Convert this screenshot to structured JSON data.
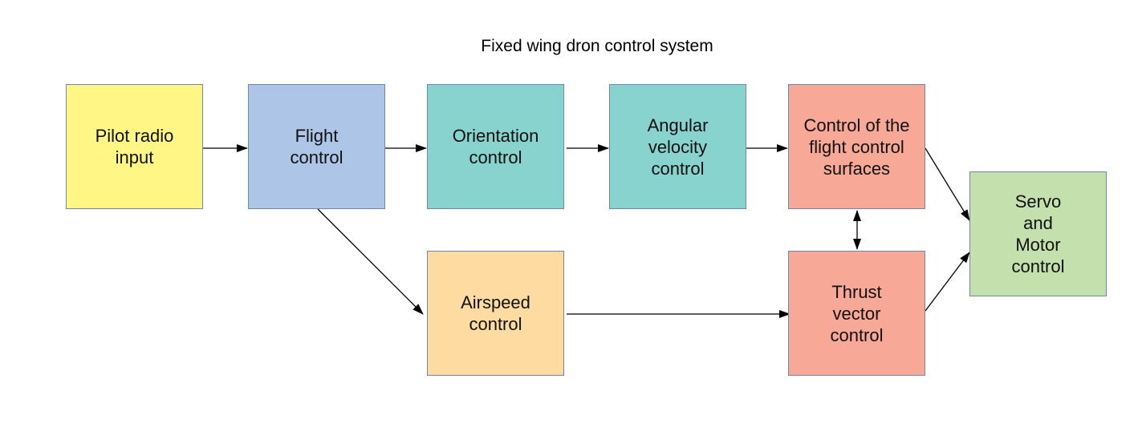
{
  "title": "Fixed wing dron control system",
  "colors": {
    "pilot_input": "#fff685",
    "flight_control": "#adc6e8",
    "orientation": "#89d3cf",
    "angular": "#89d3cf",
    "surfaces": "#f8a896",
    "airspeed": "#fedba0",
    "thrust": "#f8a896",
    "servo": "#c4e0ac",
    "border": "#6f87a8",
    "connector": "#000000"
  },
  "nodes": {
    "pilot_input": "Pilot radio\ninput",
    "flight_control": "Flight\ncontrol",
    "orientation": "Orientation\ncontrol",
    "angular": "Angular\nvelocity\ncontrol",
    "surfaces": "Control of the\nflight control\nsurfaces",
    "airspeed": "Airspeed\ncontrol",
    "thrust": "Thrust\nvector\ncontrol",
    "servo": "Servo\nand\nMotor\ncontrol"
  },
  "edges": [
    {
      "from": "Pilot radio input",
      "to": "Flight control"
    },
    {
      "from": "Flight control",
      "to": "Orientation control"
    },
    {
      "from": "Orientation control",
      "to": "Angular velocity control"
    },
    {
      "from": "Angular velocity control",
      "to": "Control of the flight control surfaces"
    },
    {
      "from": "Flight control",
      "to": "Airspeed control"
    },
    {
      "from": "Airspeed control",
      "to": "Thrust vector control"
    },
    {
      "from": "Control of the flight control surfaces",
      "to": "Thrust vector control",
      "bidirectional": true
    },
    {
      "from": "Control of the flight control surfaces",
      "to": "Servo and Motor control"
    },
    {
      "from": "Thrust vector control",
      "to": "Servo and Motor control"
    }
  ]
}
